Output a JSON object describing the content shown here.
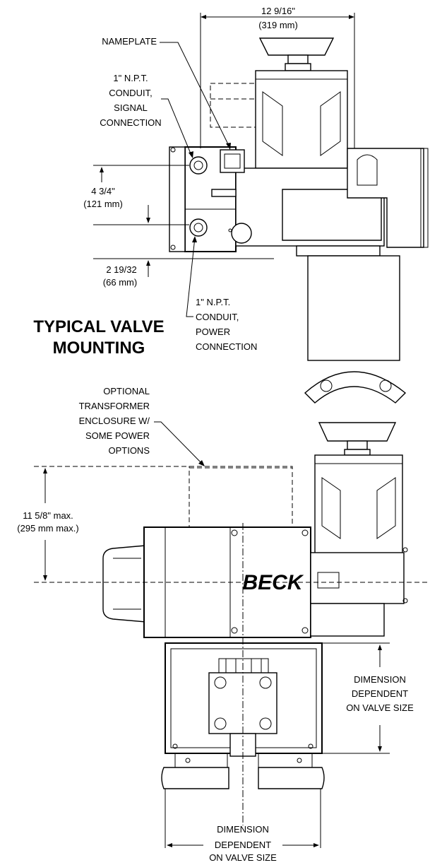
{
  "dimensions": {
    "top_width": {
      "imperial": "12 9/16\"",
      "metric": "(319 mm)"
    },
    "conduit_spacing": {
      "imperial": "4 3/4\"",
      "metric": "(121 mm)"
    },
    "conduit_offset": {
      "imperial": "2 19/32",
      "metric": "(66 mm)"
    },
    "enclosure_height": {
      "imperial": "11 5/8\" max.",
      "metric": "(295 mm max.)"
    }
  },
  "callouts": {
    "nameplate": "NAMEPLATE",
    "signal": [
      "1\" N.P.T.",
      "CONDUIT,",
      "SIGNAL",
      "CONNECTION"
    ],
    "power": [
      "1\" N.P.T.",
      "CONDUIT,",
      "POWER",
      "CONNECTION"
    ],
    "transformer": [
      "OPTIONAL",
      "TRANSFORMER",
      "ENCLOSURE W/",
      "SOME POWER",
      "OPTIONS"
    ],
    "valve_height": [
      "DIMENSION",
      "DEPENDENT",
      "ON VALVE SIZE"
    ],
    "valve_width": [
      "DIMENSION",
      "DEPENDENT",
      "ON VALVE SIZE"
    ]
  },
  "title": [
    "TYPICAL VALVE",
    "MOUNTING"
  ],
  "brand": "BECK"
}
